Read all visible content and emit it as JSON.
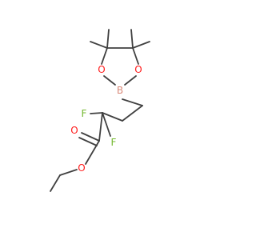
{
  "molecule": {
    "atoms": {
      "boron": {
        "symbol": "B",
        "color": "#d98a7a"
      },
      "oxygen_left": {
        "symbol": "O",
        "color": "#ff1a1a"
      },
      "oxygen_right": {
        "symbol": "O",
        "color": "#ff1a1a"
      },
      "oxygen_carbonyl": {
        "symbol": "O",
        "color": "#ff1a1a"
      },
      "oxygen_ester": {
        "symbol": "O",
        "color": "#ff1a1a"
      },
      "fluorine_upper": {
        "symbol": "F",
        "color": "#73b82e"
      },
      "fluorine_lower": {
        "symbol": "F",
        "color": "#73b82e"
      }
    },
    "bond_color": "#404040"
  }
}
